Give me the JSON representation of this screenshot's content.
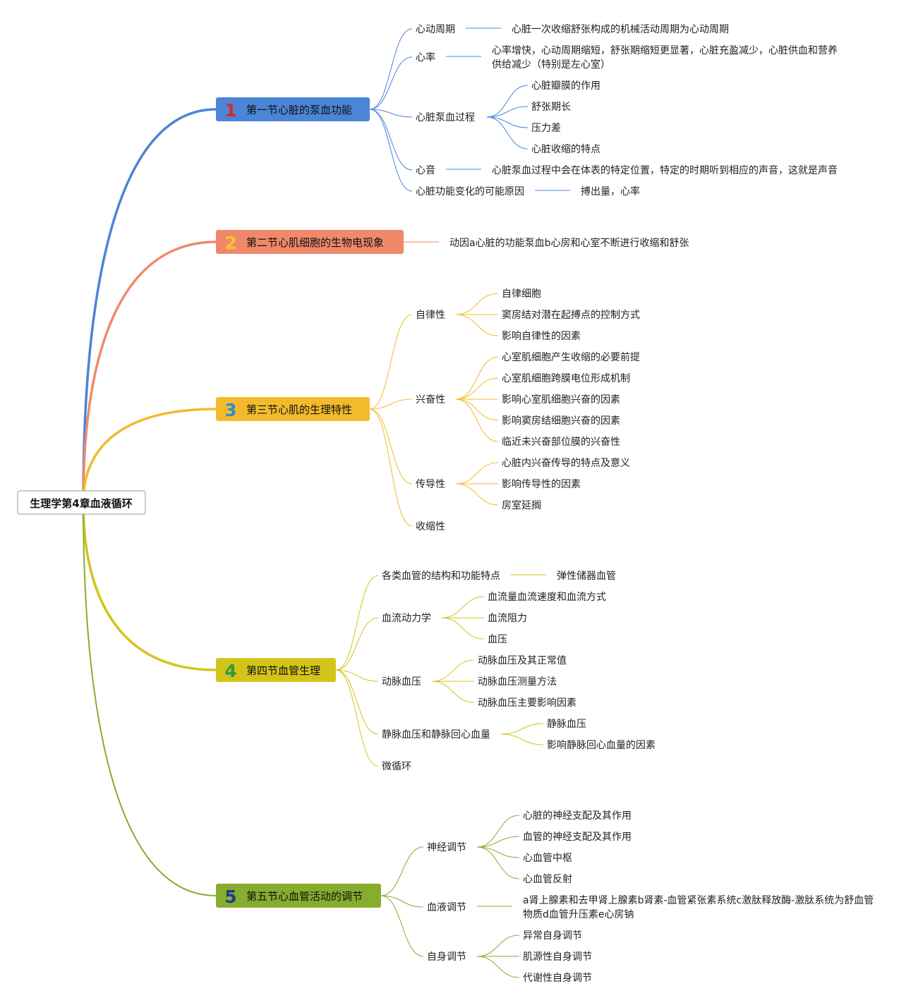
{
  "root": {
    "label": "生理学第4章血液循环"
  },
  "sections": [
    {
      "num": "1",
      "label": "第一节心脏的泵血功能",
      "color": "#4a85d6",
      "num_color": "#e0252a",
      "children": [
        {
          "label": "心动周期",
          "children": [
            {
              "label": "心脏一次收缩舒张构成的机械活动周期为心动周期"
            }
          ]
        },
        {
          "label": "心率",
          "children": [
            {
              "label": "心率增快，心动周期缩短，舒张期缩短更显著，心脏充盈减少，心脏供血和营养",
              "label2": "供给减少（特别是左心室）"
            }
          ]
        },
        {
          "label": "心脏泵血过程",
          "children": [
            {
              "label": "心脏瓣膜的作用"
            },
            {
              "label": "舒张期长"
            },
            {
              "label": "压力差"
            },
            {
              "label": "心脏收缩的特点"
            }
          ]
        },
        {
          "label": "心音",
          "children": [
            {
              "label": "心脏泵血过程中会在体表的特定位置，特定的时期听到相应的声音，这就是声音"
            }
          ]
        },
        {
          "label": "心脏功能变化的可能原因",
          "children": [
            {
              "label": "搏出量，心率"
            }
          ]
        }
      ]
    },
    {
      "num": "2",
      "label": "第二节心肌细胞的生物电现象",
      "color": "#f0896a",
      "num_color": "#f7c436",
      "children": [
        {
          "label": "动因a心脏的功能泵血b心房和心室不断进行收缩和舒张"
        }
      ]
    },
    {
      "num": "3",
      "label": "第三节心肌的生理特性",
      "color": "#f3bb2c",
      "num_color": "#2f8ad8",
      "children": [
        {
          "label": "自律性",
          "children": [
            {
              "label": "自律细胞"
            },
            {
              "label": "窦房结对潜在起搏点的控制方式"
            },
            {
              "label": "影响自律性的因素"
            }
          ]
        },
        {
          "label": "兴奋性",
          "children": [
            {
              "label": "心室肌细胞产生收缩的必要前提"
            },
            {
              "label": "心室肌细胞跨膜电位形成机制"
            },
            {
              "label": "影响心室肌细胞兴奋的因素"
            },
            {
              "label": "影响窦房结细胞兴奋的因素"
            },
            {
              "label": "临近未兴奋部位膜的兴奋性"
            }
          ]
        },
        {
          "label": "传导性",
          "children": [
            {
              "label": "心脏内兴奋传导的特点及意义"
            },
            {
              "label": "影响传导性的因素"
            },
            {
              "label": "房室延搁"
            }
          ]
        },
        {
          "label": "收缩性"
        }
      ]
    },
    {
      "num": "4",
      "label": "第四节血管生理",
      "color": "#d4c419",
      "num_color": "#2f9a3a",
      "children": [
        {
          "label": "各类血管的结构和功能特点",
          "children": [
            {
              "label": "弹性储器血管"
            }
          ]
        },
        {
          "label": "血流动力学",
          "children": [
            {
              "label": "血流量血流速度和血流方式"
            },
            {
              "label": "血流阻力"
            },
            {
              "label": "血压"
            }
          ]
        },
        {
          "label": "动脉血压",
          "children": [
            {
              "label": "动脉血压及其正常值"
            },
            {
              "label": "动脉血压测量方法"
            },
            {
              "label": "动脉血压主要影响因素"
            }
          ]
        },
        {
          "label": "静脉血压和静脉回心血量",
          "children": [
            {
              "label": "静脉血压"
            },
            {
              "label": "影响静脉回心血量的因素"
            }
          ]
        },
        {
          "label": "微循环"
        }
      ]
    },
    {
      "num": "5",
      "label": "第五节心血管活动的调节",
      "color": "#86ad2e",
      "num_color": "#1f3a8a",
      "children": [
        {
          "label": "神经调节",
          "children": [
            {
              "label": "心脏的神经支配及其作用"
            },
            {
              "label": "血管的神经支配及其作用"
            },
            {
              "label": "心血管中枢"
            },
            {
              "label": "心血管反射"
            }
          ]
        },
        {
          "label": "血液调节",
          "children": [
            {
              "label": "a肾上腺素和去甲肾上腺素b肾素-血管紧张素系统c激肽释放酶-激肽系统为舒血管",
              "label2": "物质d血管升压素e心房钠"
            }
          ]
        },
        {
          "label": "自身调节",
          "children": [
            {
              "label": "异常自身调节"
            },
            {
              "label": "肌源性自身调节"
            },
            {
              "label": "代谢性自身调节"
            }
          ]
        }
      ]
    }
  ]
}
